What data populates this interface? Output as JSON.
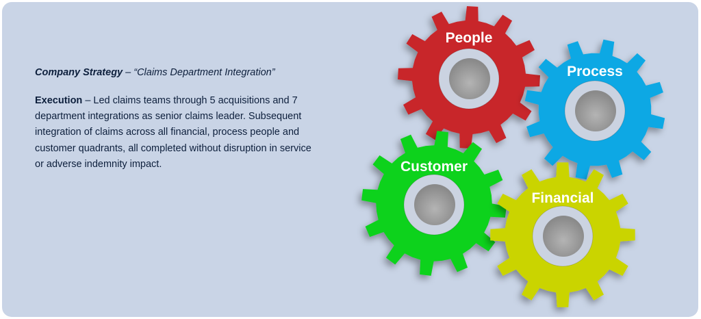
{
  "strategy": {
    "label": "Company Strategy",
    "separator": " – ",
    "value": "“Claims Department Integration”"
  },
  "execution": {
    "label": "Execution",
    "separator": " – ",
    "text": "Led claims teams through 5 acquisitions and 7 department integrations as senior claims leader. Subsequent integration of claims across all financial, process people and customer quadrants, all completed without disruption in service or adverse indemnity impact."
  },
  "gears": [
    {
      "label": "People",
      "color": "#c8262b"
    },
    {
      "label": "Process",
      "color": "#0aa8e4"
    },
    {
      "label": "Customer",
      "color": "#0ed21e"
    },
    {
      "label": "Financial",
      "color": "#cad400"
    }
  ]
}
